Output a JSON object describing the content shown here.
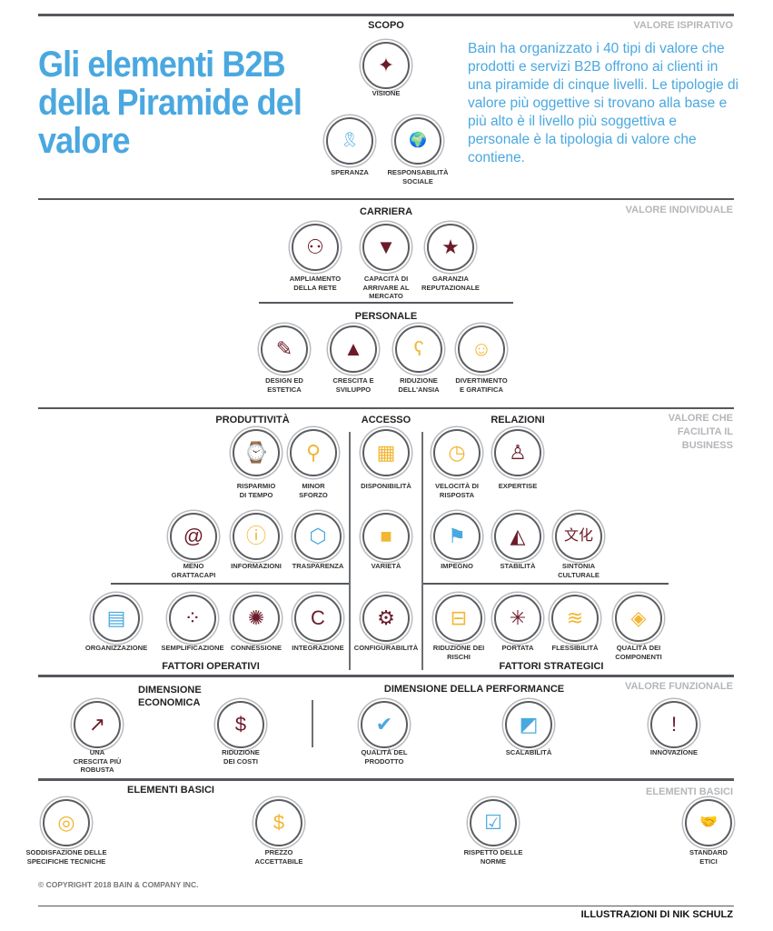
{
  "header": {
    "title": "Gli elementi B2B della Piramide del valore",
    "intro": "Bain ha organizzato i 40 tipi di valore che prodotti e servizi B2B offrono ai clienti in una piramide di cinque livelli. Le tipologie di valore più oggettive si trovano alla base e più alto è il livello più soggettiva e personale è la tipologia di valore che contiene."
  },
  "levels": {
    "ispirativo": "VALORE ISPIRATIVO",
    "individuale": "VALORE INDIVIDUALE",
    "business": "VALORE CHE FACILITA IL BUSINESS",
    "funzionale": "VALORE FUNZIONALE",
    "basici": "ELEMENTI BASICI"
  },
  "sections": {
    "scopo": "SCOPO",
    "carriera": "CARRIERA",
    "personale": "PERSONALE",
    "produttivita": "PRODUTTIVITÀ",
    "accesso": "ACCESSO",
    "relazioni": "RELAZIONI",
    "fattori_operativi": "FATTORI OPERATIVI",
    "fattori_strategici": "FATTORI STRATEGICI",
    "dimensione_economica": "DIMENSIONE ECONOMICA",
    "dimensione_performance": "DIMENSIONE DELLA PERFORMANCE",
    "elementi_basici": "ELEMENTI BASICI"
  },
  "colors": {
    "accent": "#4aa8e0",
    "maroon": "#6b1b2a",
    "yellow": "#f2b632"
  },
  "elements": [
    {
      "label": "VISIONE",
      "icon": "constellation-icon"
    },
    {
      "label": "SPERANZA",
      "icon": "ribbon-icon"
    },
    {
      "label": "RESPONSABILITÀ\nSOCIALE",
      "icon": "hands-globe-icon"
    },
    {
      "label": "AMPLIAMENTO\nDELLA RETE",
      "icon": "network-people-icon"
    },
    {
      "label": "CAPACITÀ DI\nARRIVARE AL\nMERCATO",
      "icon": "spotlight-icon"
    },
    {
      "label": "GARANZIA\nREPUTAZIONALE",
      "icon": "five-star-review-icon"
    },
    {
      "label": "DESIGN ED\nESTETICA",
      "icon": "pencil-ruler-icon"
    },
    {
      "label": "CRESCITA E\nSVILUPPO",
      "icon": "sprout-icon"
    },
    {
      "label": "RIDUZIONE\nDELL'ANSIA",
      "icon": "teddy-bear-icon"
    },
    {
      "label": "DIVERTIMENTO\nE GRATIFICA",
      "icon": "smiley-icon"
    },
    {
      "label": "RISPARMIO\nDI TEMPO",
      "icon": "watch-icon"
    },
    {
      "label": "MINOR\nSFORZO",
      "icon": "pulley-icon"
    },
    {
      "label": "DISPONIBILITÀ",
      "icon": "shelves-icon"
    },
    {
      "label": "VELOCITÀ DI\nRISPOSTA",
      "icon": "clock-arrow-icon"
    },
    {
      "label": "EXPERTISE",
      "icon": "expert-person-icon"
    },
    {
      "label": "MENO\nGRATTACAPI",
      "icon": "spiral-arrow-icon"
    },
    {
      "label": "INFORMAZIONI",
      "icon": "info-icon"
    },
    {
      "label": "TRASPARENZA",
      "icon": "glass-cube-icon"
    },
    {
      "label": "VARIETÀ",
      "icon": "shapes-icon"
    },
    {
      "label": "IMPEGNO",
      "icon": "flag-icon"
    },
    {
      "label": "STABILITÀ",
      "icon": "mountain-icon"
    },
    {
      "label": "SINTONIA\nCULTURALE",
      "icon": "culture-characters-icon"
    },
    {
      "label": "ORGANIZZAZIONE",
      "icon": "folders-icon"
    },
    {
      "label": "SEMPLIFICAZIONE",
      "icon": "dots-simplify-icon"
    },
    {
      "label": "CONNESSIONE",
      "icon": "hub-icon"
    },
    {
      "label": "INTEGRAZIONE",
      "icon": "puzzle-c-icon"
    },
    {
      "label": "CONFIGURABILITÀ",
      "icon": "robot-arms-icon"
    },
    {
      "label": "RIDUZIONE DEI\nRISCHI",
      "icon": "seatbelt-icon"
    },
    {
      "label": "PORTATA",
      "icon": "starburst-icon"
    },
    {
      "label": "FLESSIBILITÀ",
      "icon": "spring-icon"
    },
    {
      "label": "QUALITÀ DEI\nCOMPONENTI",
      "icon": "chip-icon"
    },
    {
      "label": "UNA\nCRESCITA PIÙ\nROBUSTA",
      "icon": "trend-up-icon"
    },
    {
      "label": "RIDUZIONE\nDEI COSTI",
      "icon": "price-tag-scissors-icon"
    },
    {
      "label": "QUALITÀ DEL\nPRODOTTO",
      "icon": "checkmark-badge-icon"
    },
    {
      "label": "SCALABILITÀ",
      "icon": "scale-square-icon"
    },
    {
      "label": "INNOVAZIONE",
      "icon": "idea-note-icon"
    },
    {
      "label": "SODDISFAZIONE DELLE\nSPECIFICHE TECNICHE",
      "icon": "measure-icon"
    },
    {
      "label": "PREZZO\nACCETTABILE",
      "icon": "money-hand-icon"
    },
    {
      "label": "RISPETTO DELLE\nNORME",
      "icon": "clipboard-checklist-icon"
    },
    {
      "label": "STANDARD\nETICI",
      "icon": "handshake-icon"
    }
  ],
  "footer": {
    "copyright": "© COPYRIGHT 2018 BAIN & COMPANY INC.",
    "credit": "ILLUSTRAZIONI DI NIK SCHULZ"
  }
}
